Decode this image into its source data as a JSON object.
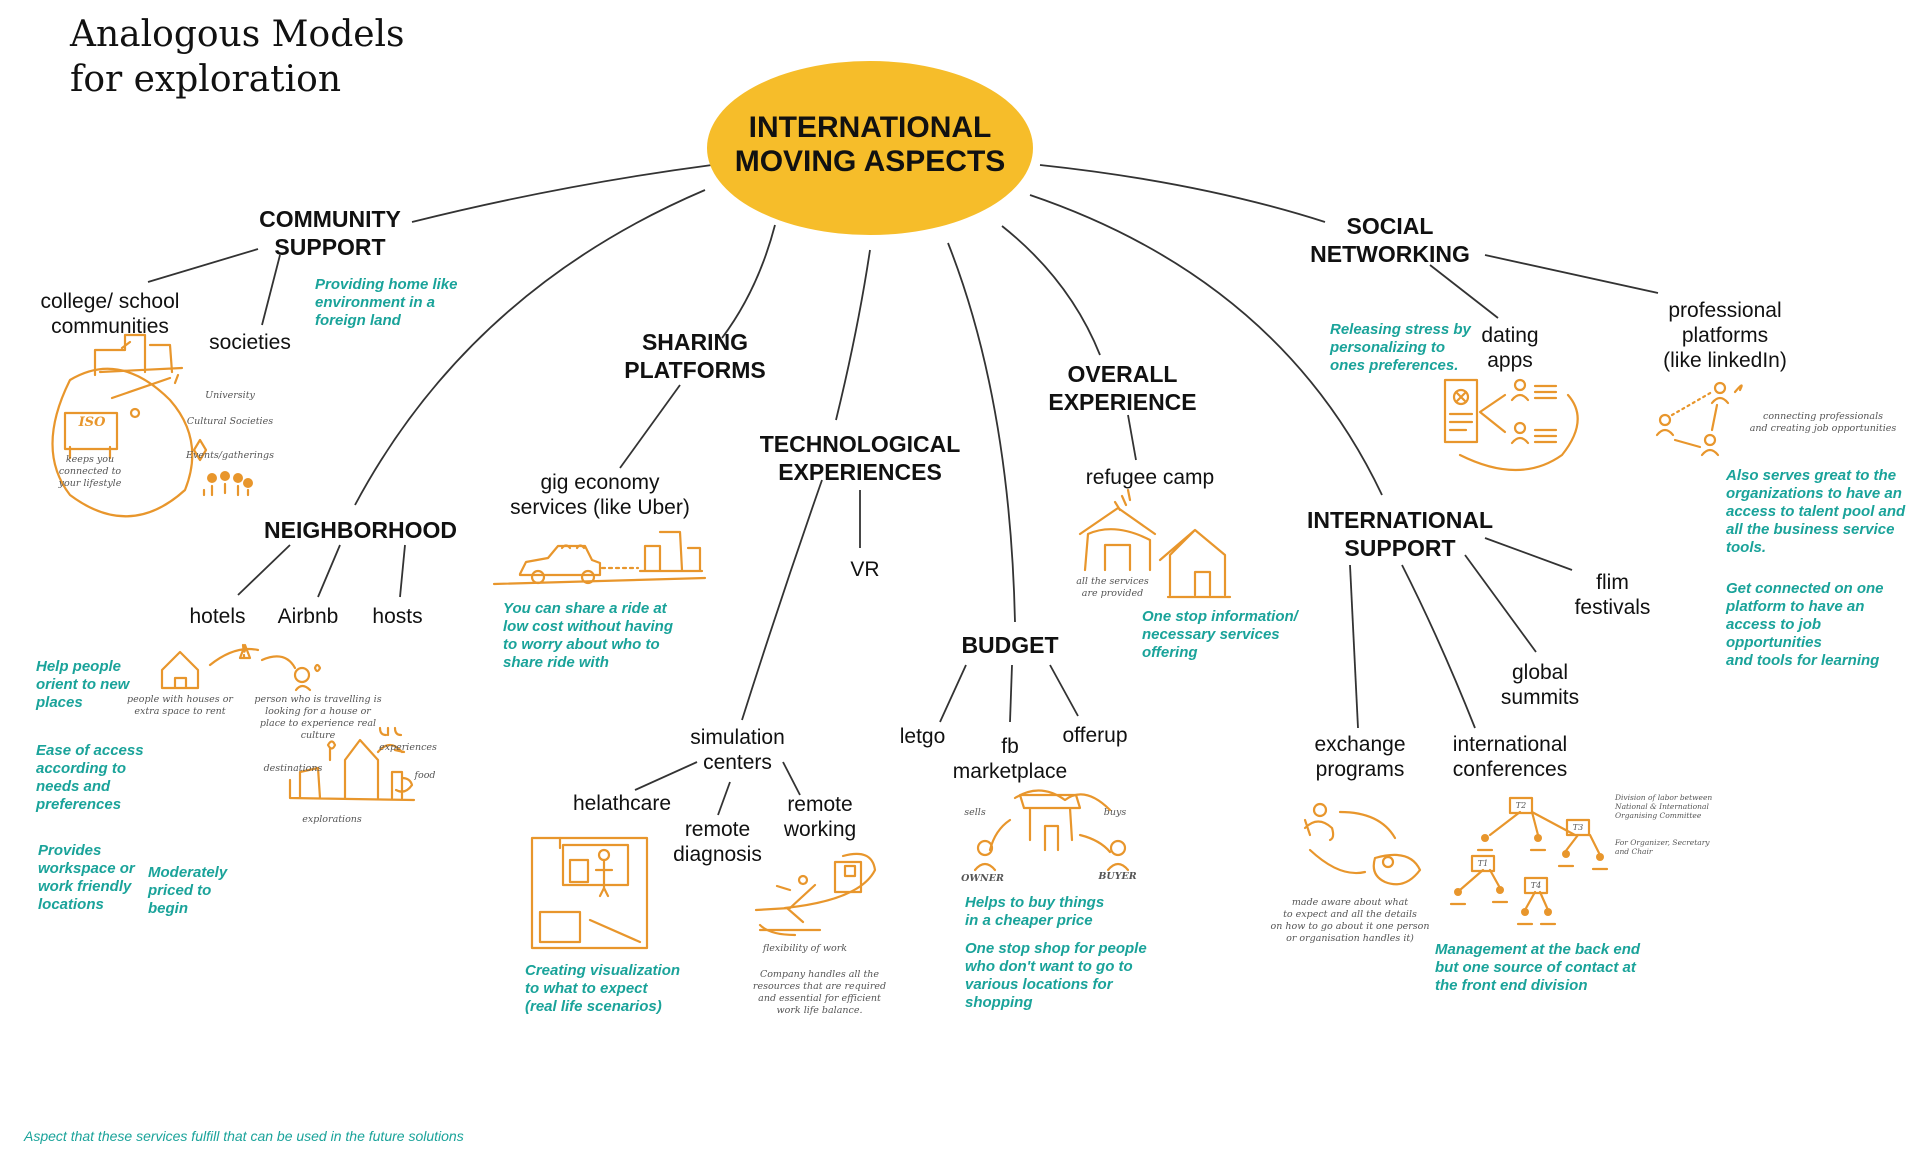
{
  "title": [
    "Analogous Models",
    "for exploration"
  ],
  "hub": [
    "INTERNATIONAL",
    "MOVING ASPECTS"
  ],
  "colors": {
    "hub_fill": "#f6bd2a",
    "sketch": "#e8962c",
    "note": "#1aa39a",
    "text": "#111111"
  },
  "categories": {
    "community": [
      "COMMUNITY",
      "SUPPORT"
    ],
    "neighborhood": [
      "NEIGHBORHOOD"
    ],
    "sharing": [
      "SHARING",
      "PLATFORMS"
    ],
    "tech": [
      "TECHNOLOGICAL",
      "EXPERIENCES"
    ],
    "budget": [
      "BUDGET"
    ],
    "overall": [
      "OVERALL",
      "EXPERIENCE"
    ],
    "intl": [
      "INTERNATIONAL",
      "SUPPORT"
    ],
    "social": [
      "SOCIAL",
      "NETWORKING"
    ]
  },
  "subs": {
    "college": [
      "college/ school",
      "communities"
    ],
    "societies": "societies",
    "hotels": "hotels",
    "airbnb": "Airbnb",
    "hosts": "hosts",
    "gig": [
      "gig economy",
      "services (like Uber)"
    ],
    "vr": "VR",
    "simulation": [
      "simulation",
      "centers"
    ],
    "healthcare": "helathcare",
    "remote_diag": [
      "remote",
      "diagnosis"
    ],
    "remote_work": [
      "remote",
      "working"
    ],
    "letgo": "letgo",
    "fb": [
      "fb",
      "marketplace"
    ],
    "offerup": "offerup",
    "refugee": "refugee camp",
    "exchange": [
      "exchange",
      "programs"
    ],
    "conferences": [
      "international",
      "conferences"
    ],
    "summits": [
      "global",
      "summits"
    ],
    "festivals": [
      "flim",
      "festivals"
    ],
    "dating": [
      "dating",
      "apps"
    ],
    "professional": [
      "professional",
      "platforms",
      "(like linkedIn)"
    ]
  },
  "notes": {
    "community": [
      "Providing home like",
      "environment in a",
      "foreign land"
    ],
    "neigh1": [
      "Help people",
      "orient to new",
      "places"
    ],
    "neigh2": [
      "Ease of access",
      "according to",
      "needs and",
      "preferences"
    ],
    "neigh3": [
      "Provides",
      "workspace or",
      "work friendly",
      "locations"
    ],
    "neigh4": [
      "Moderately",
      "priced to",
      "begin"
    ],
    "sharing": [
      "You can share a ride at",
      "low cost without having",
      "to worry about who to",
      "share ride with"
    ],
    "tech": [
      "Creating visualization",
      "to what to expect",
      "(real life scenarios)"
    ],
    "budget1": [
      "Helps to buy things",
      "in a cheaper price"
    ],
    "budget2": [
      "One stop shop for people",
      "who don't want to go to",
      "various locations for",
      "shopping"
    ],
    "overall": [
      "One stop information/",
      "necessary services",
      "offering"
    ],
    "intl": [
      "Management at the back end",
      "but one source of contact at",
      "the front end division"
    ],
    "social1": [
      "Releasing stress by",
      "personalizing to",
      "ones preferences."
    ],
    "social2": [
      "Also serves great to the",
      "organizations to have an",
      "access to talent pool and",
      "all the business service",
      "tools."
    ],
    "social3": [
      "Get connected on one",
      "platform to have an",
      "access to job opportunities",
      "and tools for learning"
    ]
  },
  "hand": {
    "iso": "ISO",
    "lifestyle": [
      "keeps you",
      "connected to",
      "your lifestyle"
    ],
    "soc": [
      "University",
      "Cultural Societies",
      "Events/gatherings"
    ],
    "houses": [
      "people with houses or",
      "extra space to rent"
    ],
    "traveller": [
      "person who is travelling is",
      "looking for a house or",
      "place to experience real culture"
    ],
    "destinations": "destinations",
    "experiences": "experiences",
    "food": "food",
    "explorations": "explorations",
    "flex": "flexibility of work",
    "company": [
      "Company handles all the",
      "resources that are required",
      "and essential for efficient",
      "work life balance."
    ],
    "sells": "sells",
    "buys": "buys",
    "owner": "OWNER",
    "buyer": "BUYER",
    "camp": [
      "all the services",
      "are provided"
    ],
    "aware": [
      "made aware about what",
      "to expect and all the details",
      "on how to go about it one person",
      "or organisation handles it)"
    ],
    "division": [
      "Division of labor between",
      "National & International",
      "Organising Committee"
    ],
    "organizer": [
      "For Organizer, Secretary",
      "and Chair"
    ],
    "t_labels": [
      "T2",
      "T3",
      "T1",
      "T4"
    ],
    "connecting": [
      "connecting professionals",
      "and creating job opportunities"
    ]
  },
  "footer": "Aspect that these services fulfill that can be used in the future solutions"
}
